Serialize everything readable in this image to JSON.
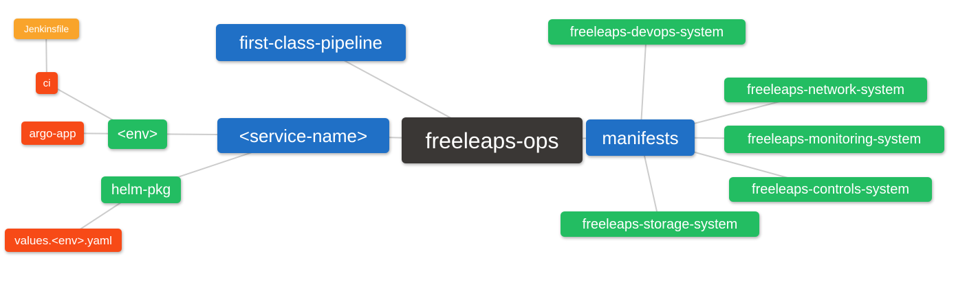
{
  "diagram": {
    "type": "mindmap",
    "background": "#ffffff",
    "edge_color": "#cccccc",
    "text_color": "#ffffff",
    "nodes": {
      "root": {
        "label": "freeleaps-ops",
        "color": "#3a3735"
      },
      "first_class_pipeline": {
        "label": "first-class-pipeline",
        "color": "#2070c6"
      },
      "service_name": {
        "label": "<service-name>",
        "color": "#2070c6"
      },
      "manifests": {
        "label": "manifests",
        "color": "#2070c6"
      },
      "env": {
        "label": "<env>",
        "color": "#23bd62"
      },
      "helm_pkg": {
        "label": "helm-pkg",
        "color": "#23bd62"
      },
      "ci": {
        "label": "ci",
        "color": "#f74a17"
      },
      "argo_app": {
        "label": "argo-app",
        "color": "#f74a17"
      },
      "values_env_yaml": {
        "label": "values.<env>.yaml",
        "color": "#f74a17"
      },
      "jenkinsfile": {
        "label": "Jenkinsfile",
        "color": "#f9a42b"
      },
      "devops_system": {
        "label": "freeleaps-devops-system",
        "color": "#23bd62"
      },
      "network_system": {
        "label": "freeleaps-network-system",
        "color": "#23bd62"
      },
      "monitoring_system": {
        "label": "freeleaps-monitoring-system",
        "color": "#23bd62"
      },
      "controls_system": {
        "label": "freeleaps-controls-system",
        "color": "#23bd62"
      },
      "storage_system": {
        "label": "freeleaps-storage-system",
        "color": "#23bd62"
      }
    }
  }
}
